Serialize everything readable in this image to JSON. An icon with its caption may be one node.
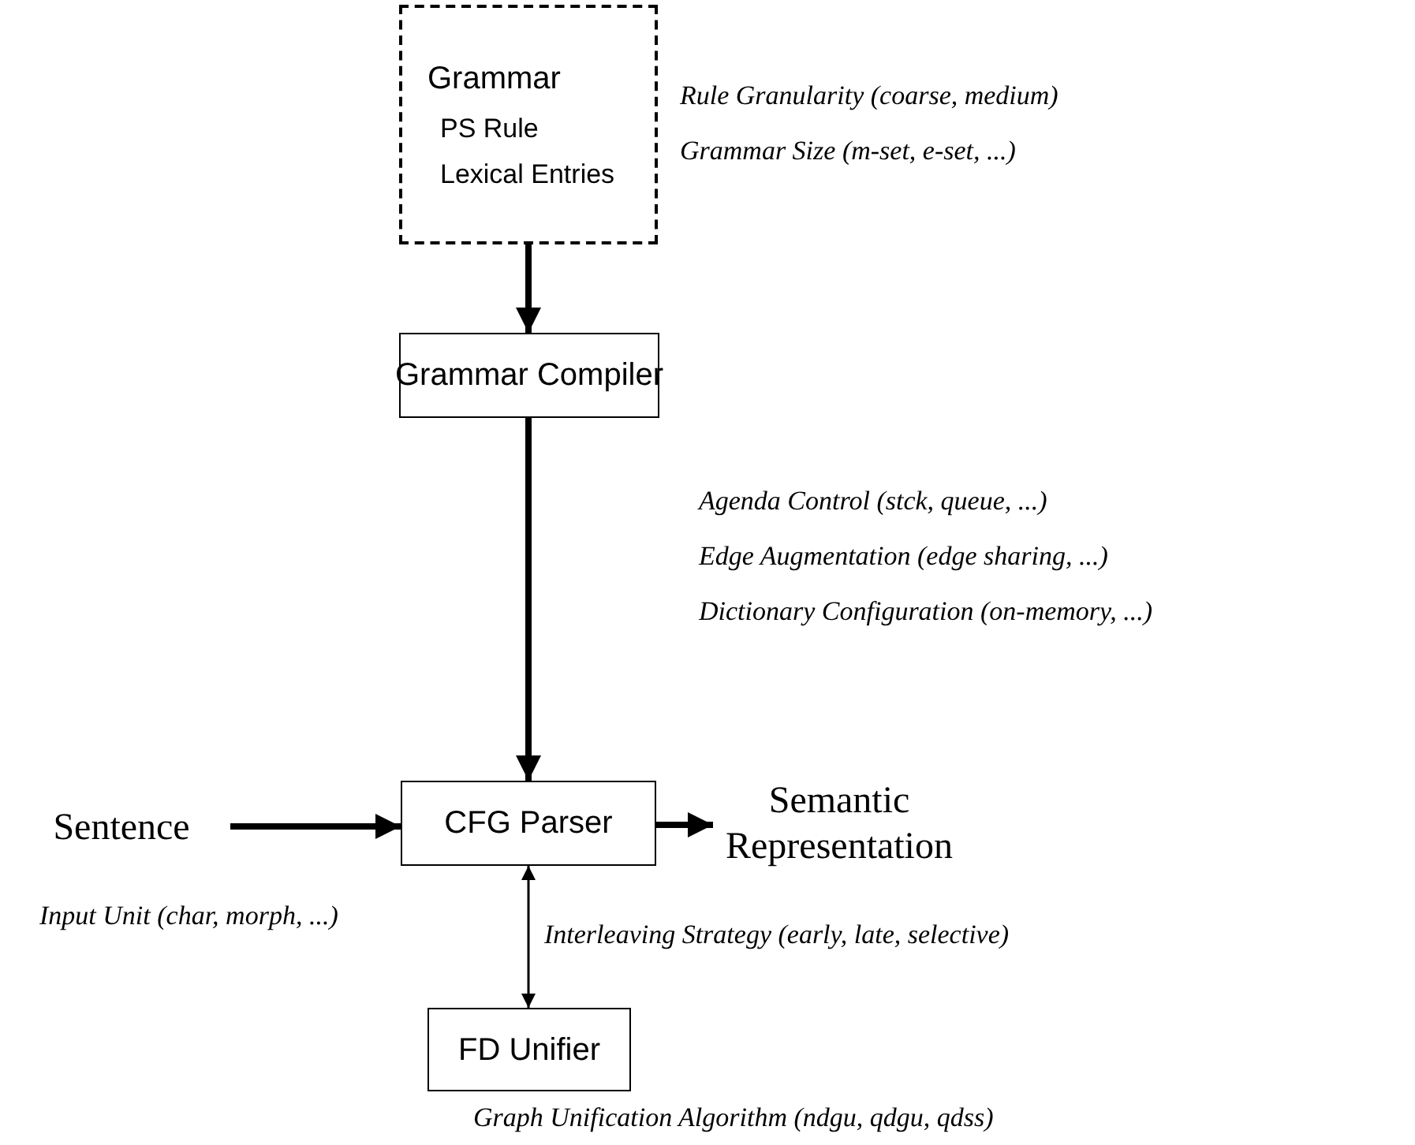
{
  "diagram": {
    "nodes": [
      {
        "text": [
          "Grammar",
          "PS Rule",
          "Lexical Entries"
        ],
        "beside": [
          "Rule Granularity (coarse, medium)",
          "Grammar Size (m-set, e-set, ...)"
        ]
      },
      {
        "text": [
          "Grammar Compiler"
        ]
      },
      {
        "text": [
          "CFG Parser"
        ]
      },
      {
        "text": [
          "Sentence"
        ]
      },
      {
        "text": [
          "Semantic Representation"
        ]
      },
      {
        "text": [
          "FD Unifier"
        ]
      }
    ],
    "edges": [
      {
        "from": 0,
        "to": 1,
        "arrow": "to"
      },
      {
        "from": 1,
        "to": 2,
        "arrow": "to"
      },
      {
        "from": 3,
        "to": 2,
        "arrow": "to"
      },
      {
        "from": 2,
        "to": 4,
        "arrow": "to"
      },
      {
        "from": 2,
        "to": 5,
        "arrow": "both",
        "label": "Interleaving Strategy (early, late, selective)"
      }
    ],
    "labels": [
      "Agenda Control (stck, queue, ...)",
      "Edge Augmentation (edge sharing, ...)",
      "Dictionary Configuration (on-memory, ...)",
      "Input Unit (char, morph, ...)",
      "Graph Unification Algorithm (ndgu, qdgu, qdss)"
    ]
  }
}
